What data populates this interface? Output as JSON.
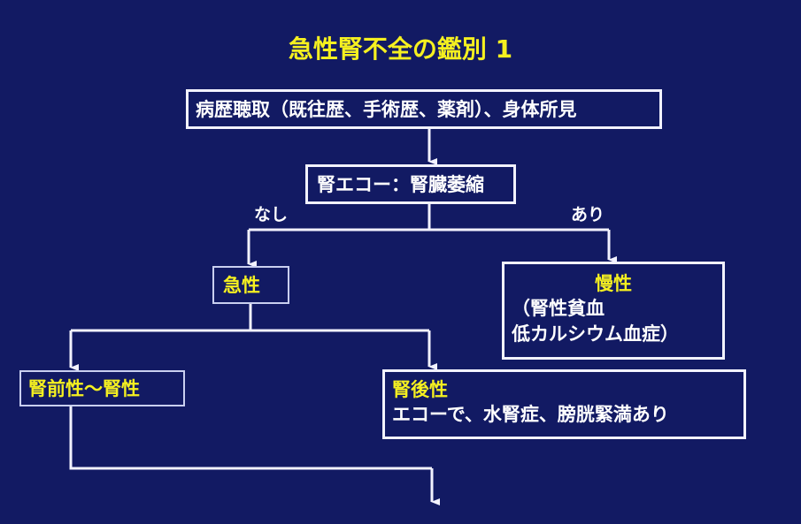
{
  "title": "急性腎不全の鑑別 1",
  "nodes": {
    "history": "病歴聴取（既往歴、手術歴、薬剤）、身体所見",
    "echo": "腎エコー：腎臓萎縮",
    "acute": "急性",
    "chronic": {
      "heading": "慢性",
      "line1": "（腎性貧血",
      "line2": "低カルシウム血症）"
    },
    "prerenal": "腎前性～腎性",
    "postrenal": {
      "heading": "腎後性",
      "detail": "エコーで、水腎症、膀胱緊満あり"
    }
  },
  "edge_labels": {
    "no": "なし",
    "yes": "あり"
  },
  "colors": {
    "background": "#121a63",
    "highlight": "#f5f020",
    "line": "#f2f2ff"
  }
}
